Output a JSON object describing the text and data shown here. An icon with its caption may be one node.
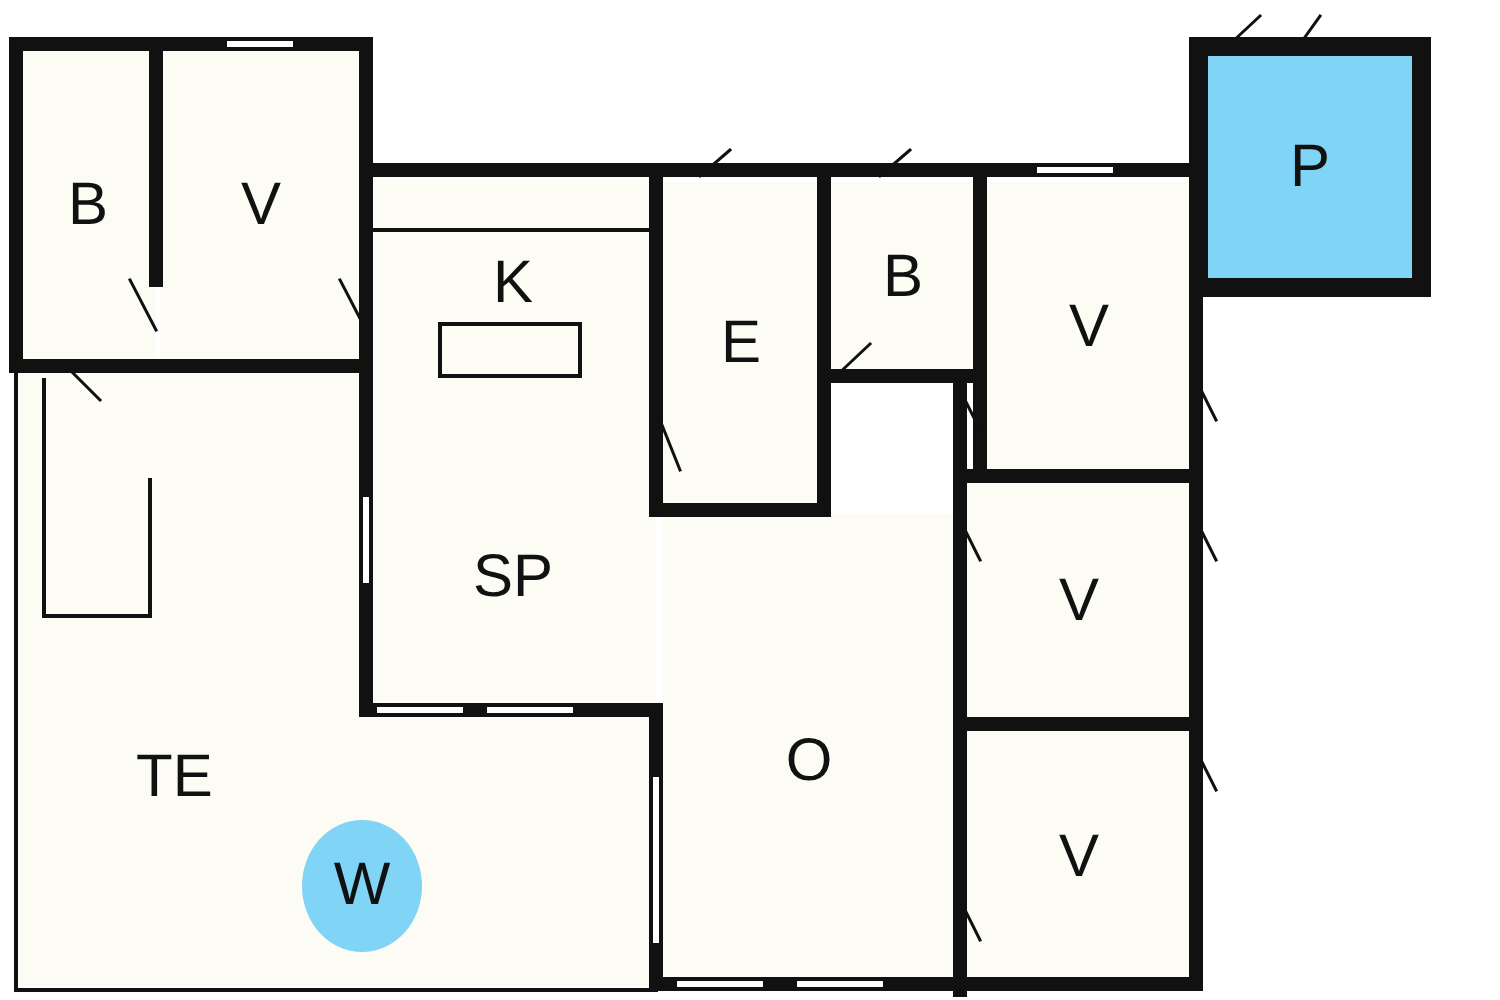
{
  "diagram": {
    "nodes": [
      {
        "text": [
          "B"
        ]
      },
      {
        "text": [
          "V"
        ]
      },
      {
        "text": [
          "K"
        ]
      },
      {
        "text": [
          "E"
        ]
      },
      {
        "text": [
          "B"
        ]
      },
      {
        "text": [
          "V"
        ]
      },
      {
        "text": [
          "P"
        ]
      },
      {
        "text": [
          "SP"
        ]
      },
      {
        "text": [
          "V"
        ]
      },
      {
        "text": [
          "O"
        ]
      },
      {
        "text": [
          "TE"
        ]
      },
      {
        "text": [
          "W"
        ],
        "in": 10
      },
      {
        "text": [
          "V"
        ]
      }
    ]
  }
}
